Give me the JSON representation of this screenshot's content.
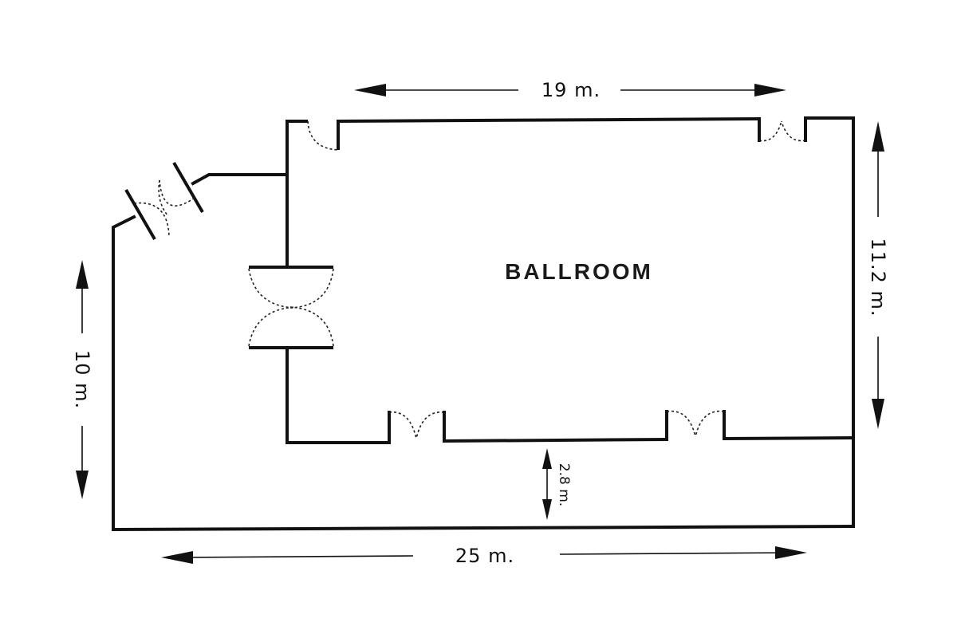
{
  "room": {
    "label": "BALLROOM"
  },
  "dimensions": {
    "top_width": "19  m.",
    "bottom_width": "25  m.",
    "right_height": "11.2 m.",
    "left_height": "10 m.",
    "corridor_depth": "2.8 m."
  },
  "colors": {
    "line": "#111111",
    "background": "#ffffff"
  }
}
